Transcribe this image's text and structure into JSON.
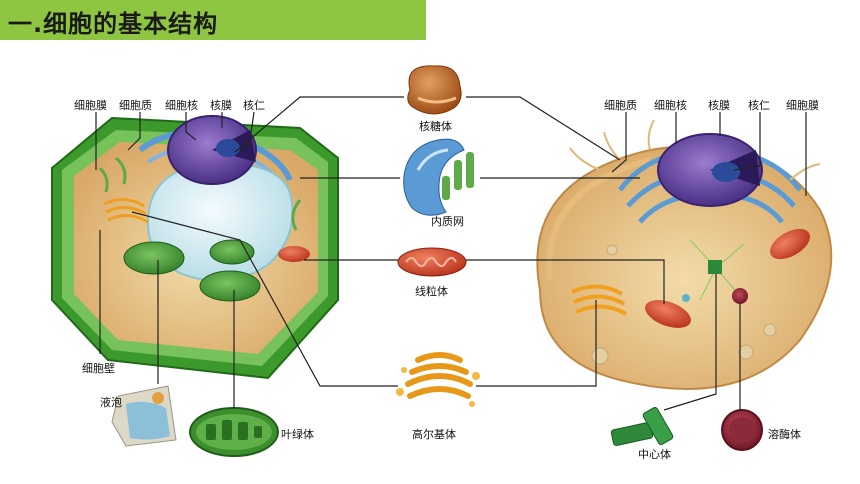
{
  "title": "一.细胞的基本结构",
  "plant_cell": {
    "top_labels": [
      "细胞膜",
      "细胞质",
      "细胞核",
      "核膜",
      "核仁"
    ],
    "cell_wall": "细胞壁",
    "vacuole": "液泡",
    "chloroplast": "叶绿体"
  },
  "organelles": {
    "ribosome": "核糖体",
    "er": "内质网",
    "mitochondrion": "线粒体",
    "golgi": "高尔基体"
  },
  "animal_cell": {
    "top_labels": [
      "细胞质",
      "细胞核",
      "核膜",
      "核仁",
      "细胞膜"
    ],
    "centrosome": "中心体",
    "lysosome": "溶酶体"
  },
  "colors": {
    "title_bar": "#8ec641",
    "plant_wall": "#3c9a2c",
    "cytoplasm": "#e8c78c",
    "nucleus": "#6a4aa0",
    "er": "#5b9bd5",
    "mitochondria": "#d84a2e",
    "golgi": "#f0a020",
    "chloroplast": "#3d8f2e",
    "ribosome": "#b8581c"
  }
}
